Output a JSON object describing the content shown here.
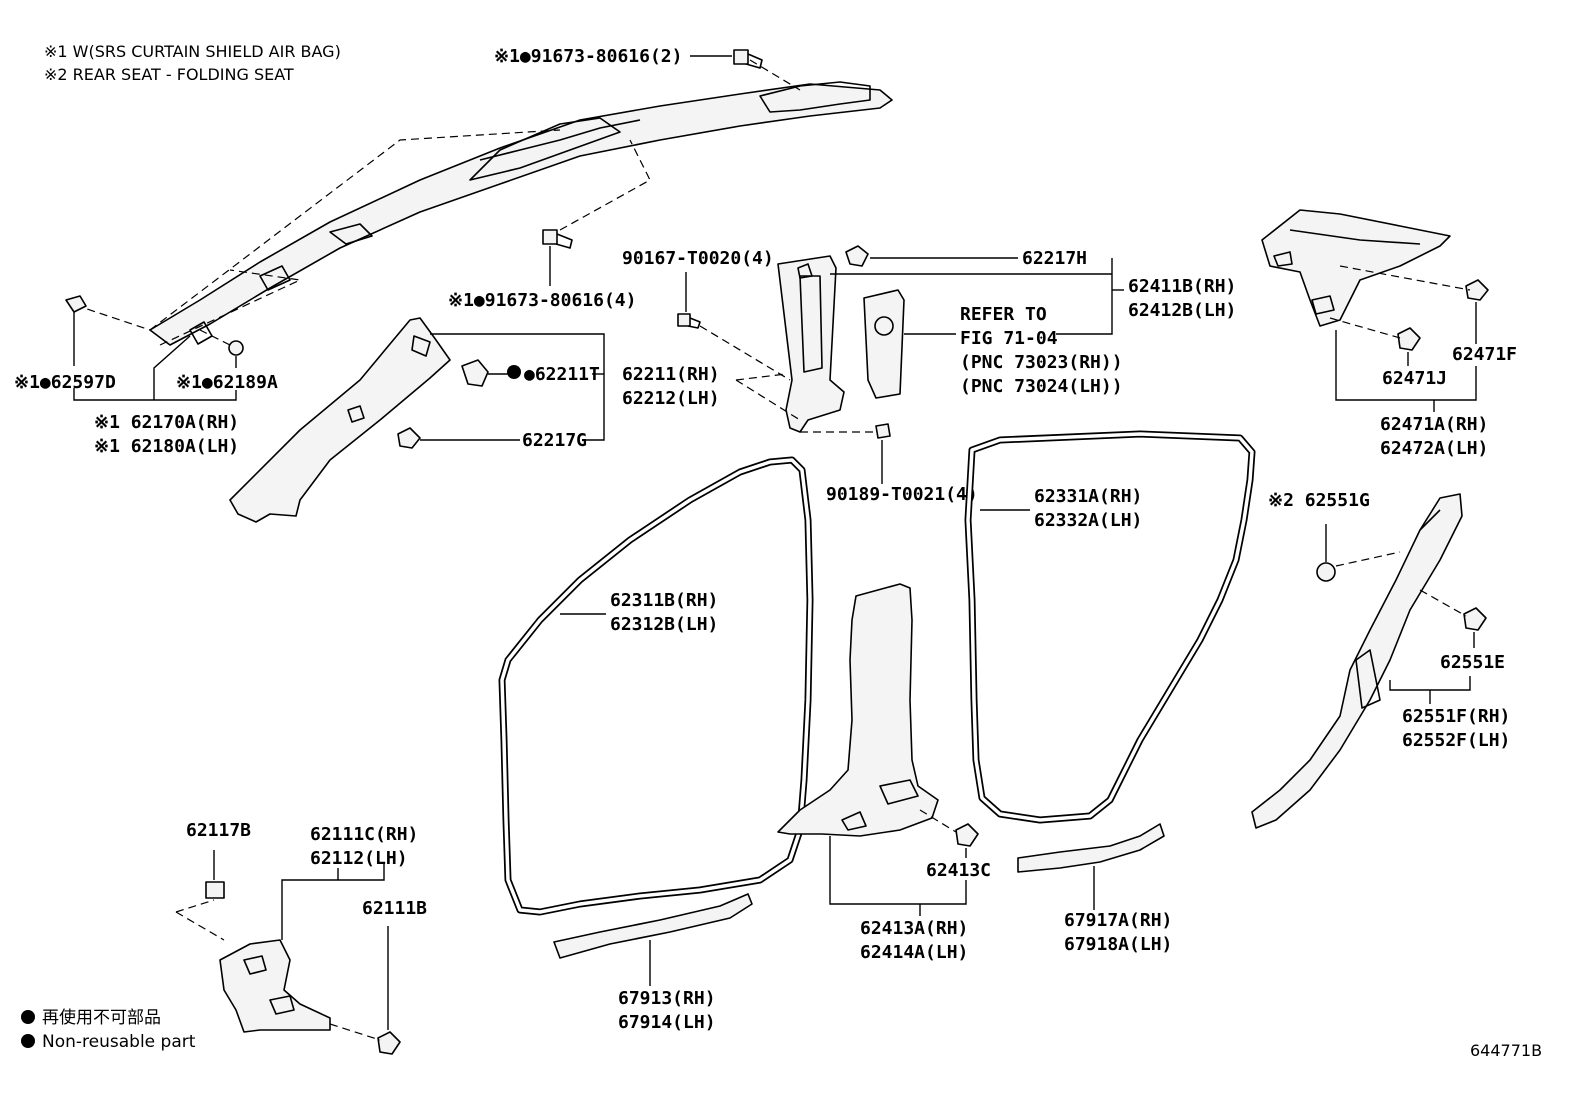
{
  "notes": {
    "n1": "※1 W(SRS CURTAIN SHIELD AIR BAG)",
    "n2": "※2 REAR SEAT - FOLDING SEAT"
  },
  "labels": {
    "p91673_80616_2": "※1●91673-80616(2)",
    "p91673_80616_4": "※1●91673-80616(4)",
    "p62597D": "※1●62597D",
    "p62189A": "※1●62189A",
    "p62170A": "※1 62170A(RH)",
    "p62180A": "※1 62180A(LH)",
    "p62211T": "●62211T",
    "p62211": "62211(RH)",
    "p62212": "62212(LH)",
    "p62217G": "62217G",
    "p90167": "90167-T0020(4)",
    "p62217H": "62217H",
    "p62411B": "62411B(RH)",
    "p62412B": "62412B(LH)",
    "refer1": "REFER TO",
    "refer2": "FIG 71-04",
    "refer3": "(PNC 73023(RH))",
    "refer4": "(PNC 73024(LH))",
    "p90189": "90189-T0021(4)",
    "p62471F": "62471F",
    "p62471J": "62471J",
    "p62471A": "62471A(RH)",
    "p62472A": "62472A(LH)",
    "p62331A": "62331A(RH)",
    "p62332A": "62332A(LH)",
    "p62551G": "※2 62551G",
    "p62551E": "62551E",
    "p62551F": "62551F(RH)",
    "p62552F": "62552F(LH)",
    "p62311B": "62311B(RH)",
    "p62312B": "62312B(LH)",
    "p62413C": "62413C",
    "p62413A": "62413A(RH)",
    "p62414A": "62414A(LH)",
    "p67917A": "67917A(RH)",
    "p67918A": "67918A(LH)",
    "p67913": "67913(RH)",
    "p67914": "67914(LH)",
    "p62117B": "62117B",
    "p62111C": "62111C(RH)",
    "p62112": "62112(LH)",
    "p62111B": "62111B"
  },
  "legend": {
    "jp": "再使用不可部品",
    "en": "Non-reusable part"
  },
  "figure_id": "644771B"
}
